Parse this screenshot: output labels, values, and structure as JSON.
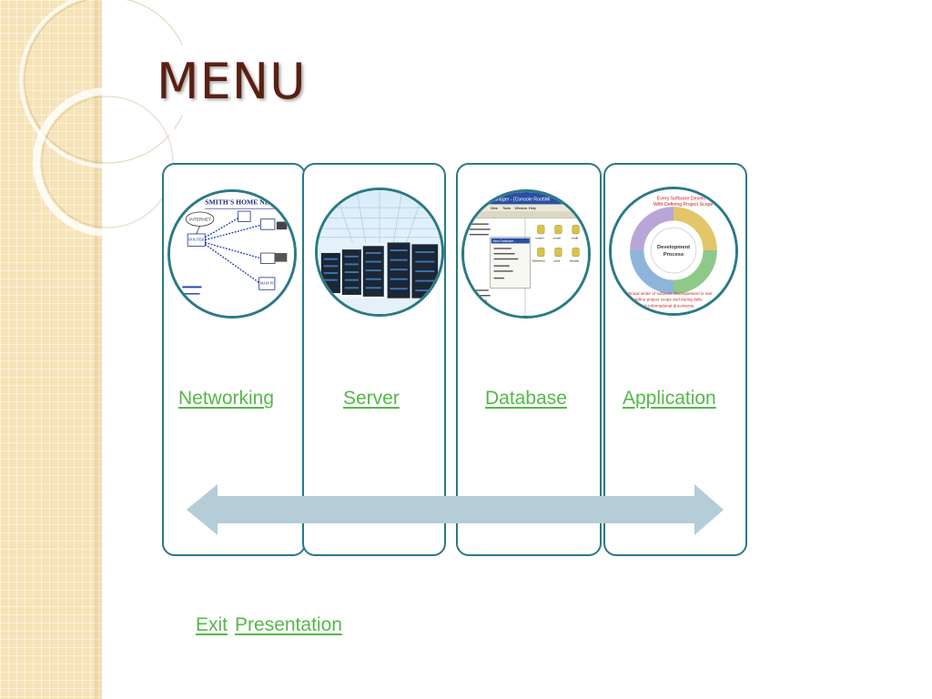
{
  "slide": {
    "title": "MENU"
  },
  "menu": {
    "items": [
      {
        "label": "Networking",
        "thumbnail": "network-diagram-thumbnail"
      },
      {
        "label": "Server",
        "thumbnail": "server-room-thumbnail"
      },
      {
        "label": "Database",
        "thumbnail": "database-manager-thumbnail"
      },
      {
        "label": "Application",
        "thumbnail": "development-process-thumbnail"
      }
    ]
  },
  "thumbnails": {
    "networking": {
      "banner": "SMITH'S HOME NE",
      "node_internet": "INTERNET",
      "node_router": "ROUTER",
      "node_main_pc": "MAIN PC"
    },
    "database": {
      "window_title": "Manager - [Console Root\\Mi",
      "menu_view": "View",
      "menu_tools": "Tools",
      "menu_window": "Window",
      "menu_help": "Help",
      "context_item": "New Database...",
      "db_names": [
        "master",
        "model",
        "msdb",
        "Northwind",
        "pubs",
        "tempdb"
      ]
    },
    "application": {
      "header_line1": "Every Software Develo",
      "header_line2": "With Defining Project Scope",
      "center_line1": "Development",
      "center_line2": "Process",
      "footer_line1": "Technical writer of software developement is nee",
      "footer_line2": "define project scope and during deliv",
      "footer_line3": "h informational documents."
    }
  },
  "footer": {
    "exit_label": "Exit",
    "presentation_label": "Presentation"
  },
  "colors": {
    "title": "#5a1f12",
    "link": "#54b848",
    "card_border": "#2a7a85",
    "arrow": "#b4cdd6",
    "strip": "#f6e3b6"
  }
}
